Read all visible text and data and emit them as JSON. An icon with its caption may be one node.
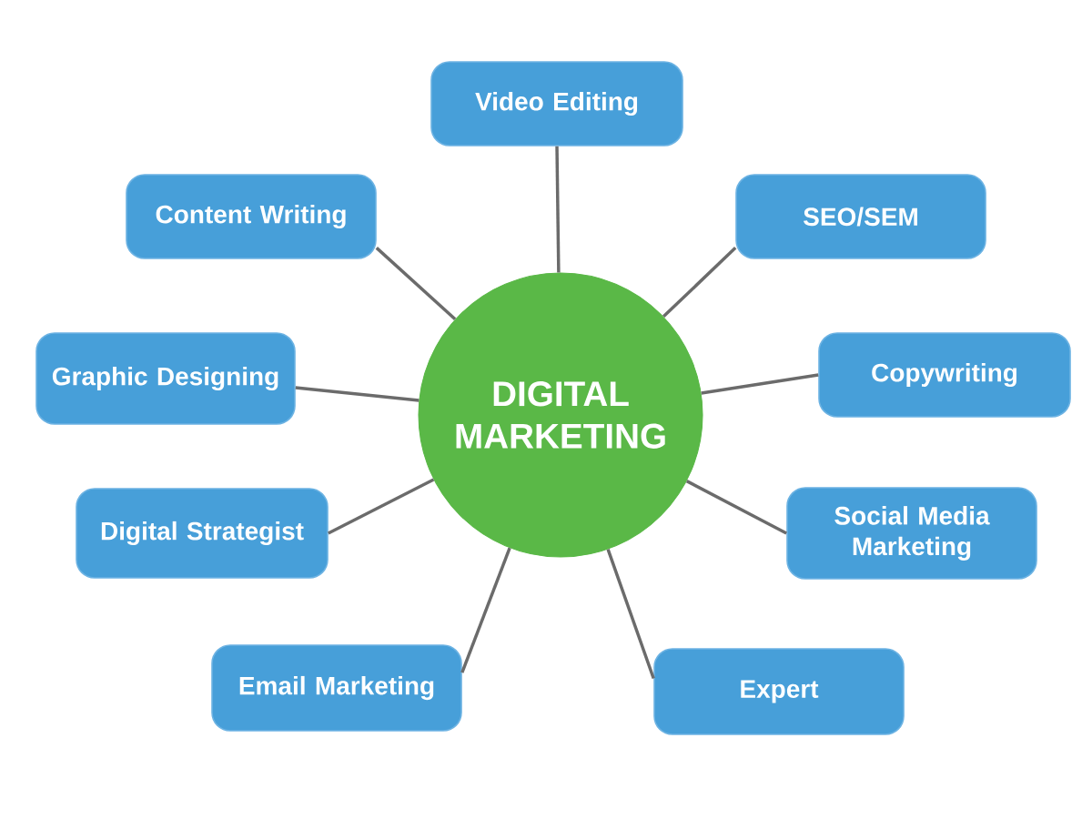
{
  "diagram": {
    "nodes": [
      {
        "text": [
          "DIGITAL MARKETING"
        ]
      },
      {
        "text": [
          "Video Editing"
        ]
      },
      {
        "text": [
          "Content Writing"
        ]
      },
      {
        "text": [
          "SEO/SEM"
        ]
      },
      {
        "text": [
          "Graphic Designing"
        ]
      },
      {
        "text": [
          "Copywriting"
        ]
      },
      {
        "text": [
          "Digital Strategist"
        ]
      },
      {
        "text": [
          "Social Media Marketing"
        ]
      },
      {
        "text": [
          "Email Marketing"
        ]
      },
      {
        "text": [
          "Expert"
        ]
      }
    ],
    "edges": [
      {
        "from": 0,
        "to": 1,
        "arrow": "none"
      },
      {
        "from": 0,
        "to": 2,
        "arrow": "none"
      },
      {
        "from": 0,
        "to": 3,
        "arrow": "none"
      },
      {
        "from": 0,
        "to": 4,
        "arrow": "none"
      },
      {
        "from": 0,
        "to": 5,
        "arrow": "none"
      },
      {
        "from": 0,
        "to": 6,
        "arrow": "none"
      },
      {
        "from": 0,
        "to": 7,
        "arrow": "none"
      },
      {
        "from": 0,
        "to": 8,
        "arrow": "none"
      },
      {
        "from": 0,
        "to": 9,
        "arrow": "none"
      }
    ]
  }
}
